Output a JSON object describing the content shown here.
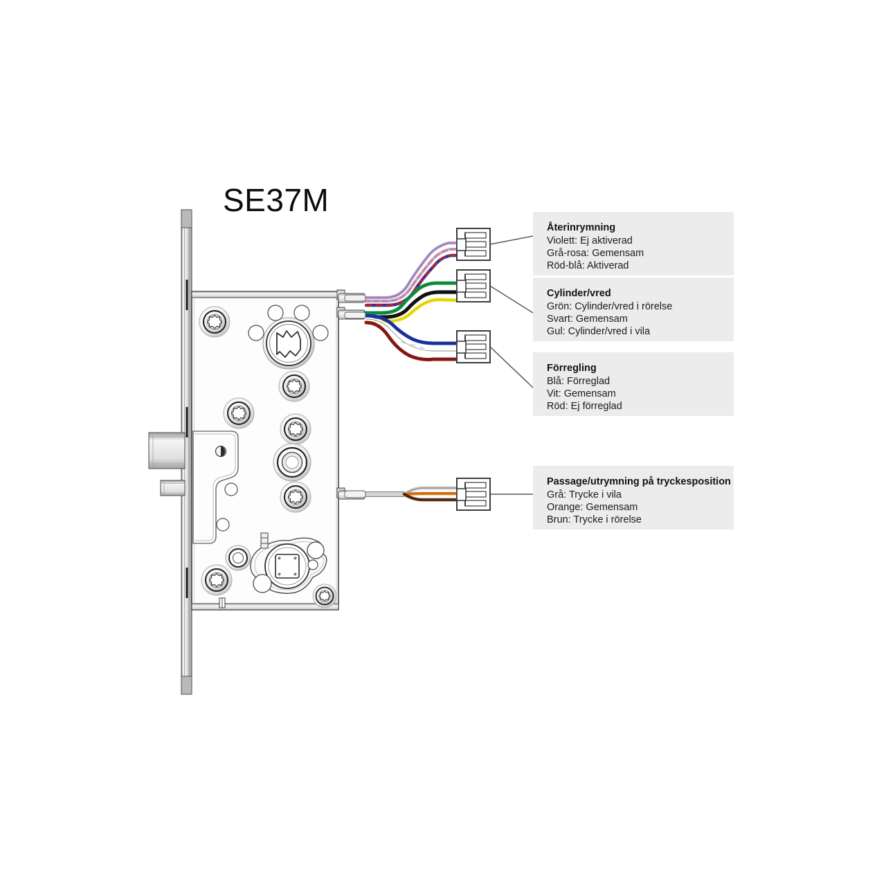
{
  "title": "SE37M",
  "callouts": [
    {
      "id": "aterinrymning",
      "title": "Återinrymning",
      "lines": [
        "Violett: Ej aktiverad",
        "Grå-rosa: Gemensam",
        "Röd-blå: Aktiverad"
      ]
    },
    {
      "id": "cylindervred",
      "title": "Cylinder/vred",
      "lines": [
        "Grön: Cylinder/vred i rörelse",
        "Svart: Gemensam",
        "Gul: Cylinder/vred i vila"
      ]
    },
    {
      "id": "forregling",
      "title": "Förregling",
      "lines": [
        "Blå: Förreglad",
        "Vit: Gemensam",
        "Röd: Ej förreglad"
      ]
    },
    {
      "id": "passage",
      "title": "Passage/utrymning på tryckesposition",
      "lines": [
        "Grå: Trycke i vila",
        "Orange: Gemensam",
        "Brun: Trycke i rörelse"
      ]
    }
  ],
  "colors": {
    "callout_background": "#ececec",
    "text": "#111111",
    "line": "#58585a",
    "outline": "#3a3a3a",
    "body_fill": "#fdfdfd",
    "metal_light": "#f2f2f2",
    "metal_mid": "#d7d7d7",
    "metal_dark": "#9a9a9a",
    "wire_violet": "#b49ad0",
    "wire_gray": "#9a9a9a",
    "wire_pink": "#d87ba8",
    "wire_red": "#c0202a",
    "wire_blue": "#1d34a8",
    "wire_green": "#149141",
    "wire_black": "#111111",
    "wire_yellow": "#f2e117",
    "wire_white": "#ffffff",
    "wire_darkred": "#8e1c14",
    "wire_orange": "#e07a18",
    "wire_brown": "#5e3112"
  },
  "wire_groups": [
    {
      "name": "aterinrymning-harness",
      "connector": "connector-top",
      "wires": [
        "violett",
        "gra-rosa",
        "rod-bla"
      ]
    },
    {
      "name": "cylindervred-harness",
      "connector": "connector-middle",
      "wires": [
        "gron",
        "svart",
        "gul"
      ]
    },
    {
      "name": "forregling-harness",
      "connector": "connector-lower",
      "wires": [
        "bla",
        "vit",
        "rod"
      ]
    },
    {
      "name": "passage-harness",
      "connector": "connector-bottom",
      "wires": [
        "gra",
        "orange",
        "brun"
      ]
    }
  ],
  "lock_body": {
    "name": "SE37M mortise lock body",
    "features": [
      "faceplate",
      "deadbolt",
      "latch-bolt",
      "cylinder-hole",
      "spindle-hole",
      "torx-screws",
      "cable-glands"
    ]
  }
}
